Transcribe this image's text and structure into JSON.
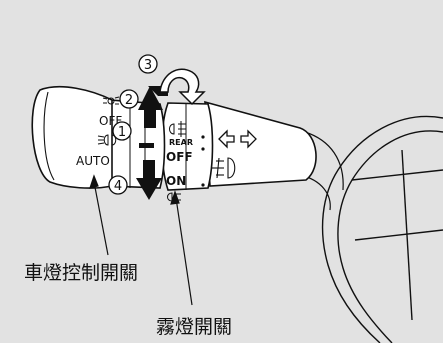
{
  "diagram": {
    "switch_positions": [
      {
        "id": "1"
      },
      {
        "id": "2"
      },
      {
        "id": "3"
      },
      {
        "id": "4"
      }
    ],
    "headlight_ring": {
      "off_label": "OFF",
      "auto_label": "AUTO"
    },
    "fog_ring": {
      "rear_label": "REAR",
      "off_label": "OFF",
      "on_label": "ON"
    },
    "callouts": {
      "headlight_switch": "車燈控制開關",
      "fog_light_switch": "霧燈開關"
    },
    "icons": [
      "parking-light-icon",
      "low-beam-icon",
      "rear-fog-icon",
      "front-fog-icon",
      "turn-signal-arrows-icon",
      "rotate-arrow-icon"
    ],
    "colors": {
      "background": "#e2e2e2",
      "line": "#111111",
      "surface": "#ffffff"
    }
  }
}
